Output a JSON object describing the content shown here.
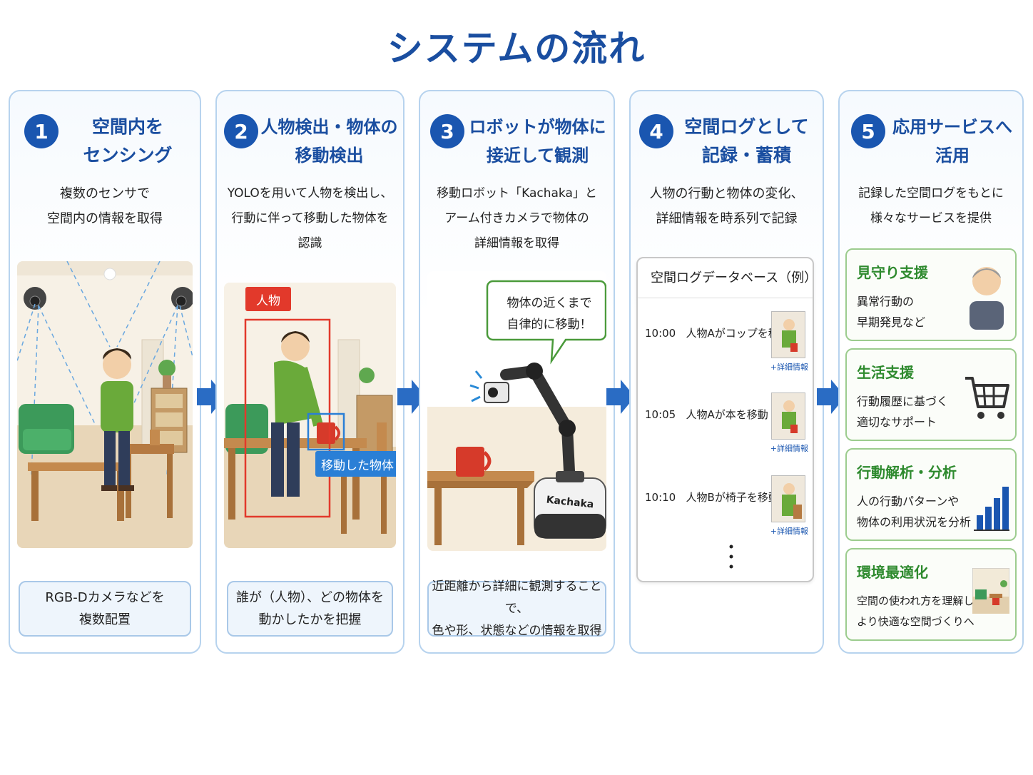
{
  "title": "システムの流れ",
  "steps": [
    {
      "number": "1",
      "title_lines": [
        "空間内を",
        "センシング"
      ],
      "desc_lines": [
        "複数のセンサで",
        "空間内の情報を取得"
      ],
      "note_lines": [
        "RGB-Dカメラなどを",
        "複数配置"
      ]
    },
    {
      "number": "2",
      "title_lines": [
        "人物検出・物体の",
        "移動検出"
      ],
      "desc_lines": [
        "YOLOを用いて人物を検出し、",
        "行動に伴って移動した物体を",
        "認識"
      ],
      "label_person": "人物",
      "label_object": "移動した物体",
      "note_lines": [
        "誰が（人物）、どの物体を",
        "動かしたかを把握"
      ]
    },
    {
      "number": "3",
      "title_lines": [
        "ロボットが物体に",
        "接近して観測"
      ],
      "desc_lines": [
        "移動ロボット「Kachaka」と",
        "アーム付きカメラで物体の",
        "詳細情報を取得"
      ],
      "bubble_lines": [
        "物体の近くまで",
        "自律的に移動！"
      ],
      "robot_label": "Kachaka",
      "note_lines": [
        "近距離から詳細に観測することで、",
        "色や形、状態などの情報を取得"
      ]
    },
    {
      "number": "4",
      "title_lines": [
        "空間ログとして",
        "記録・蓄積"
      ],
      "desc_lines": [
        "人物の行動と物体の変化、",
        "詳細情報を時系列で記録"
      ],
      "db_title": "空間ログデータベース（例）",
      "logs": [
        {
          "time": "10:00",
          "text": "人物Aがコップを移動",
          "link": "+詳細情報"
        },
        {
          "time": "10:05",
          "text": "人物Aが本を移動",
          "link": "+詳細情報"
        },
        {
          "time": "10:10",
          "text": "人物Bが椅子を移動",
          "link": "+詳細情報"
        }
      ]
    },
    {
      "number": "5",
      "title_lines": [
        "応用サービスへ",
        "活用"
      ],
      "desc_lines": [
        "記録した空間ログをもとに",
        "様々なサービスを提供"
      ],
      "services": [
        {
          "title": "見守り支援",
          "desc_lines": [
            "異常行動の",
            "早期発見など"
          ],
          "icon": "elderly-person-icon"
        },
        {
          "title": "生活支援",
          "desc_lines": [
            "行動履歴に基づく",
            "適切なサポート"
          ],
          "icon": "shopping-cart-icon"
        },
        {
          "title": "行動解析・分析",
          "desc_lines": [
            "人の行動パターンや",
            "物体の利用状況を分析"
          ],
          "icon": "bar-chart-icon"
        },
        {
          "title": "環境最適化",
          "desc_lines": [
            "空間の使われ方を理解し、",
            "より快適な空間づくりへ"
          ],
          "icon": "room-icon"
        }
      ]
    }
  ],
  "colors": {
    "title_blue": "#1a4ea0",
    "number_blue": "#1a56b0",
    "arrow_blue": "#2a6cc4",
    "person_box_red": "#e2392b",
    "object_box_blue": "#2a7fd6",
    "service_green": "#2e8a2e"
  }
}
